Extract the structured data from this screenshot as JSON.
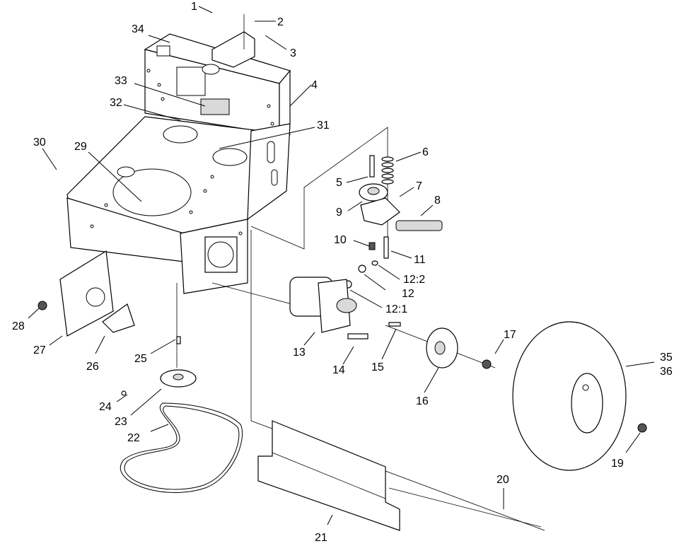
{
  "callouts": [
    {
      "id": "1",
      "label": "1"
    },
    {
      "id": "2",
      "label": "2"
    },
    {
      "id": "3",
      "label": "3"
    },
    {
      "id": "4",
      "label": "4"
    },
    {
      "id": "5",
      "label": "5"
    },
    {
      "id": "6",
      "label": "6"
    },
    {
      "id": "7",
      "label": "7"
    },
    {
      "id": "8",
      "label": "8"
    },
    {
      "id": "9",
      "label": "9"
    },
    {
      "id": "10",
      "label": "10"
    },
    {
      "id": "11",
      "label": "11"
    },
    {
      "id": "12",
      "label": "12"
    },
    {
      "id": "12-1",
      "label": "12:1"
    },
    {
      "id": "12-2",
      "label": "12:2"
    },
    {
      "id": "13",
      "label": "13"
    },
    {
      "id": "14",
      "label": "14"
    },
    {
      "id": "15",
      "label": "15"
    },
    {
      "id": "16",
      "label": "16"
    },
    {
      "id": "17",
      "label": "17"
    },
    {
      "id": "19",
      "label": "19"
    },
    {
      "id": "20",
      "label": "20"
    },
    {
      "id": "21",
      "label": "21"
    },
    {
      "id": "22",
      "label": "22"
    },
    {
      "id": "23",
      "label": "23"
    },
    {
      "id": "24",
      "label": "24"
    },
    {
      "id": "25",
      "label": "25"
    },
    {
      "id": "26",
      "label": "26"
    },
    {
      "id": "27",
      "label": "27"
    },
    {
      "id": "28",
      "label": "28"
    },
    {
      "id": "29",
      "label": "29"
    },
    {
      "id": "30",
      "label": "30"
    },
    {
      "id": "31",
      "label": "31"
    },
    {
      "id": "32",
      "label": "32"
    },
    {
      "id": "33",
      "label": "33"
    },
    {
      "id": "34",
      "label": "34"
    },
    {
      "id": "35",
      "label": "35"
    },
    {
      "id": "36",
      "label": "36"
    }
  ]
}
